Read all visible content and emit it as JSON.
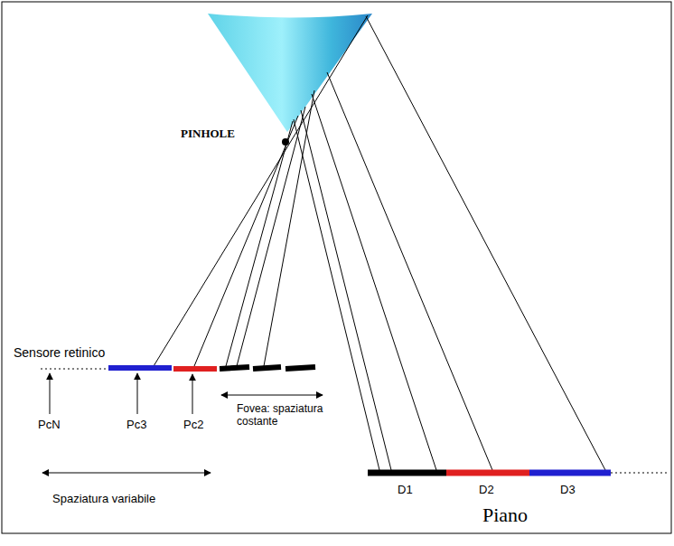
{
  "diagram": {
    "labels": [
      "PINHOLE",
      "Sensore retinico",
      "PcN",
      "Pc3",
      "Pc2",
      "Fovea: spaziatura costante",
      "Spaziatura variabile",
      "D1",
      "D2",
      "D3",
      "Piano"
    ]
  }
}
